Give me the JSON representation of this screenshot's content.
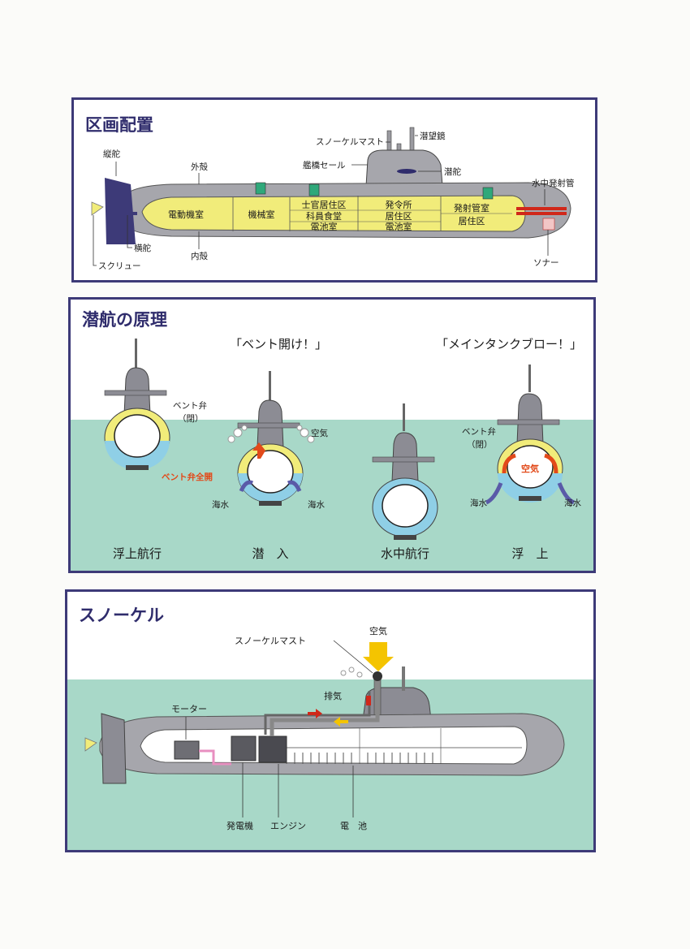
{
  "panels": {
    "layout": {
      "title": "区画配置",
      "labels": {
        "snorkel_mast": "スノーケルマスト",
        "periscope": "潜望鏡",
        "sail_plane": "艦橋セール",
        "diving_plane": "潜舵",
        "torpedo_tube": "水中発射管",
        "vertical_rudder": "縦舵",
        "outer_hull": "外殻",
        "inner_hull": "内殻",
        "horizontal_rudder": "横舵",
        "screw": "スクリュー",
        "sonar": "ソナー"
      },
      "compartments": {
        "motor_room": "電動機室",
        "machinery_room": "機械室",
        "officer_quarters": "士官居住区",
        "galley": "科員食堂",
        "battery_room_1": "電池室",
        "control_room": "発令所",
        "crew_quarters_1": "居住区",
        "battery_room_2": "電池室",
        "torpedo_room": "発射管室",
        "crew_quarters_2": "居住区"
      }
    },
    "diving": {
      "title": "潜航の原理",
      "quote_vent": "「ベント開け！」",
      "quote_blow": "「メインタンクブロー！」",
      "vent_valve_closed_1": "ベント弁",
      "closed_1": "（閉）",
      "air_1": "空気",
      "vent_valve_open": "ベント弁全開",
      "seawater_1": "海水",
      "seawater_2": "海水",
      "vent_valve_closed_2": "ベント弁",
      "closed_2": "（閉）",
      "air_2": "空気",
      "seawater_3": "海水",
      "seawater_4": "海水",
      "states": [
        "浮上航行",
        "潜　入",
        "水中航行",
        "浮　上"
      ]
    },
    "snorkel": {
      "title": "スノーケル",
      "snorkel_mast": "スノーケルマスト",
      "air": "空気",
      "exhaust": "排気",
      "motor": "モーター",
      "generator": "発電機",
      "engine": "エンジン",
      "battery": "電　池"
    }
  },
  "colors": {
    "frame": "#3d3a78",
    "sea": "#a8d8c8",
    "hull": "#a6a6ac",
    "compartment": "#f1ec7a",
    "ballast_air": "#f1ec7a",
    "ballast_water": "#8fcfe6",
    "flow_arrow": "#5a5aa8",
    "accent_red": "#e24a1a"
  }
}
